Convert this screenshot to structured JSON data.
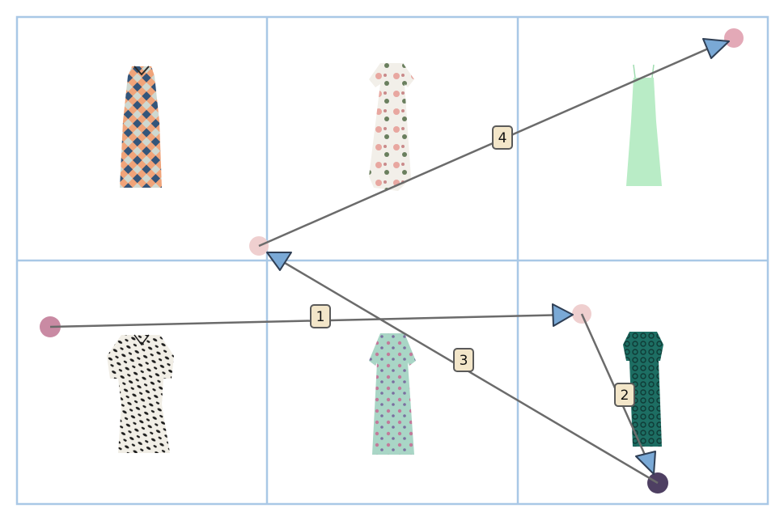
{
  "colors": {
    "grid_line": "#a9c8e6",
    "arrow_line": "#6b6b6b",
    "arrow_head_fill": "#7aa9d6",
    "arrow_head_stroke": "#2f3f55",
    "label_fill": "#f3e6c9",
    "label_stroke": "#5a5a5a",
    "point_light": "#efcfcf",
    "point_mauve": "#c98aa3",
    "point_pink": "#e3a9b7",
    "point_dark": "#4e3f62"
  },
  "grid": {
    "rows": 2,
    "cols": 3,
    "cells": [
      {
        "item": "geometric-print-sleeveless-dress",
        "icon": "dress-geometric-print"
      },
      {
        "item": "floral-flutter-sleeve-maxi-dress",
        "icon": "dress-floral-white"
      },
      {
        "item": "mint-green-slip-dress",
        "icon": "dress-mint-slip"
      },
      {
        "item": "animal-print-ruffle-dress",
        "icon": "dress-animal-print"
      },
      {
        "item": "mint-floral-wrap-dress",
        "icon": "dress-mint-floral"
      },
      {
        "item": "teal-lace-sheath-dress",
        "icon": "dress-teal-lace"
      }
    ]
  },
  "steps": [
    {
      "label": "1",
      "from": "point-row2-left",
      "to": "point-row2-right"
    },
    {
      "label": "2",
      "from": "point-row2-right",
      "to": "point-bottom-right"
    },
    {
      "label": "3",
      "from": "point-bottom-right",
      "to": "point-center"
    },
    {
      "label": "4",
      "from": "point-center",
      "to": "point-top-right"
    }
  ]
}
